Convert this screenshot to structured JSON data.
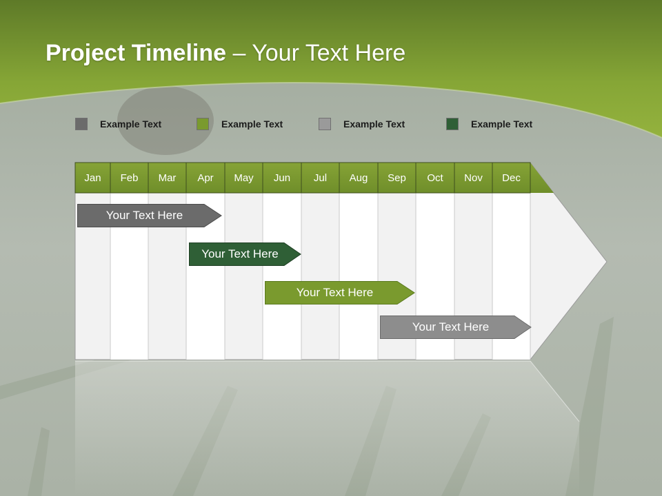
{
  "title": {
    "bold": "Project Timeline",
    "dash": " – ",
    "rest": "Your Text Here"
  },
  "legend": [
    {
      "label": "Example Text",
      "color": "#6b6b6b"
    },
    {
      "label": "Example Text",
      "color": "#7a9a2e"
    },
    {
      "label": "Example Text",
      "color": "#9a9a9a"
    },
    {
      "label": "Example Text",
      "color": "#2f5f36"
    }
  ],
  "months": [
    "Jan",
    "Feb",
    "Mar",
    "Apr",
    "May",
    "Jun",
    "Jul",
    "Aug",
    "Sep",
    "Oct",
    "Nov",
    "Dec"
  ],
  "bars": [
    {
      "label": "Your  Text Here",
      "color": "#6b6b6b"
    },
    {
      "label": "Your  Text Here",
      "color": "#2f5f36"
    },
    {
      "label": "Your  Text Here",
      "color": "#7a9a2e"
    },
    {
      "label": "Your  Text Here",
      "color": "#8d8d8d"
    }
  ],
  "colors": {
    "header_green": "#7a9a2e",
    "band_green": "#8aaa3a",
    "column_light": "#f2f2f2",
    "column_white": "#ffffff"
  }
}
